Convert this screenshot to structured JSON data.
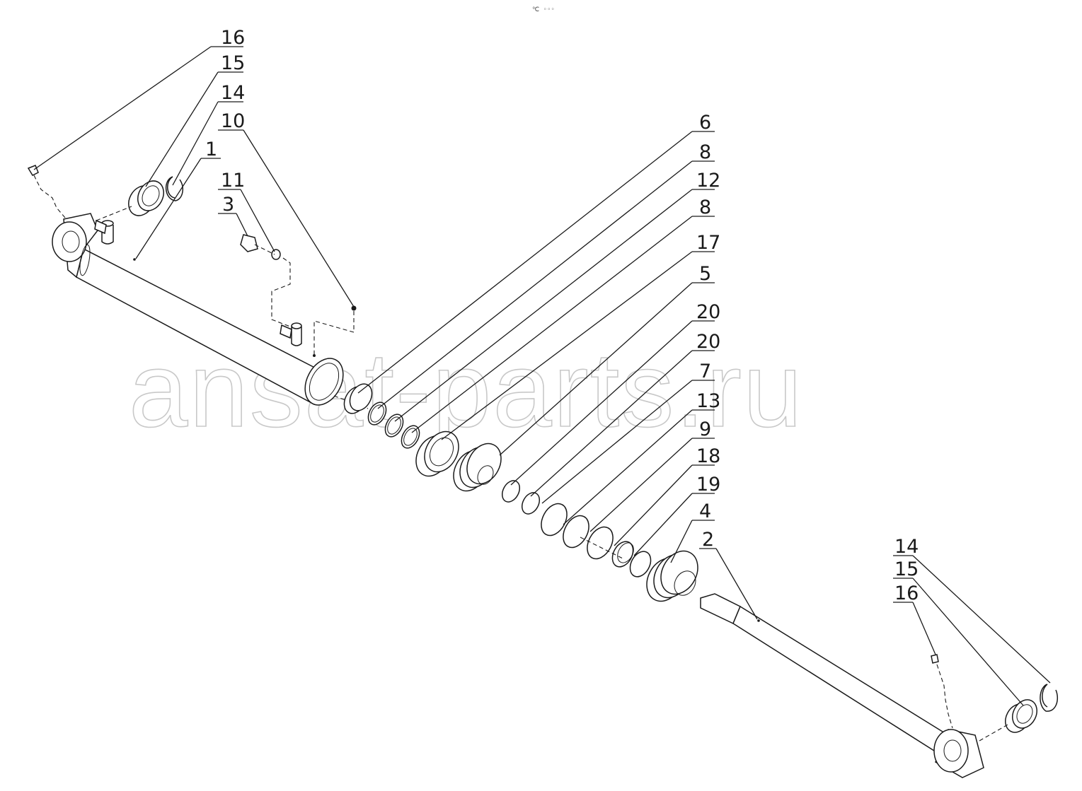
{
  "header": {
    "mark": "℃ ◦◦◦"
  },
  "watermark": "ansat-parts.ru",
  "callouts_left": [
    "16",
    "15",
    "14",
    "10",
    "1",
    "11",
    "3"
  ],
  "callouts_center": [
    "6",
    "8",
    "12",
    "8",
    "17",
    "5",
    "20",
    "20",
    "7",
    "13",
    "9",
    "18",
    "19",
    "4",
    "2"
  ],
  "callouts_right": [
    "14",
    "15",
    "16"
  ]
}
